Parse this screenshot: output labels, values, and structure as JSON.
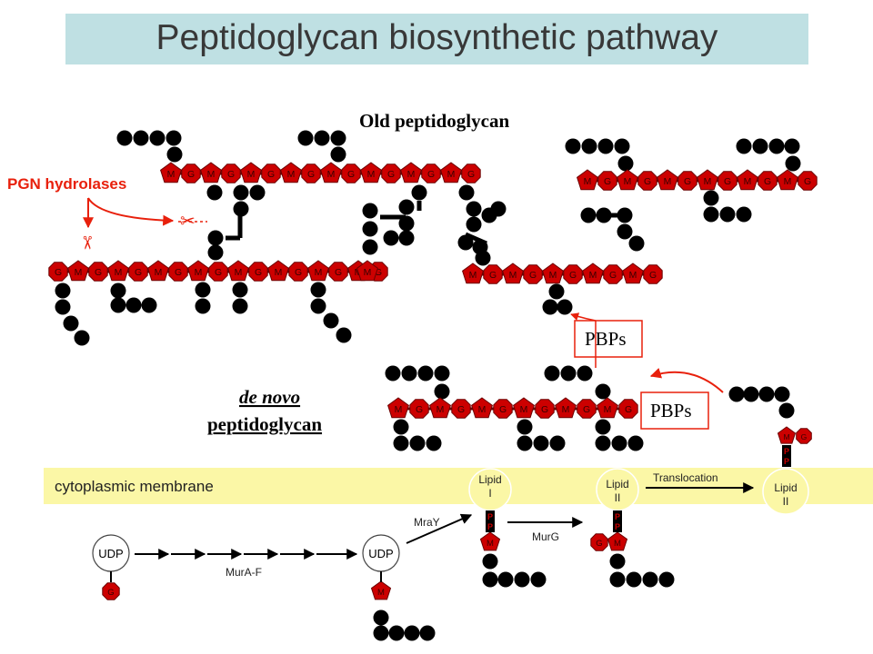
{
  "title": "Peptidoglycan biosynthetic pathway",
  "labels": {
    "old_pg": "Old peptidoglycan",
    "pgn_hydrolases": "PGN hydrolases",
    "pbps_1": "PBPs",
    "pbps_2": "PBPs",
    "de_novo": "de novo",
    "peptidoglycan": "peptidoglycan",
    "membrane": "cytoplasmic membrane",
    "translocation": "Translocation",
    "mray": "MraY",
    "murg": "MurG",
    "mura_f": "MurA-F",
    "udp": "UDP",
    "lipid": "Lipid",
    "lipid_i": "I",
    "lipid_ii": "II",
    "p": "P"
  },
  "sugars": {
    "g": "G",
    "m": "M"
  },
  "colors": {
    "sugar_fill": "#cc0000",
    "sugar_stroke": "#6b0000",
    "sugar_text": "#3a0000",
    "peptide": "#000000",
    "accent_red": "#e8200c",
    "title_bg": "#bfe0e3",
    "membrane": "#fbf7a6",
    "lipid_circle": "#fbf7a6"
  },
  "icons": [
    "scissors-icon",
    "scissors-icon",
    "arrow-icon"
  ]
}
